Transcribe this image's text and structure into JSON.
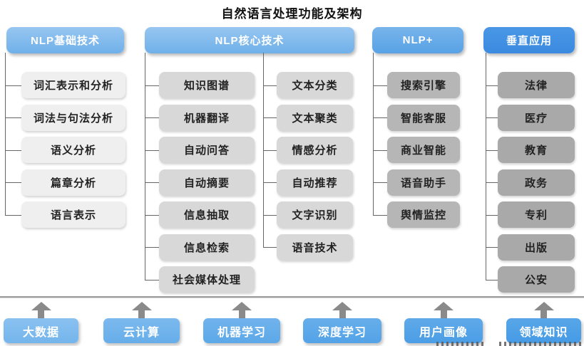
{
  "title": "自然语言处理功能及架构",
  "columns": [
    {
      "id": "nlp-basic-tech",
      "header": "NLP基础技术",
      "items": [
        "词汇表示和分析",
        "词法与句法分析",
        "语义分析",
        "篇章分析",
        "语言表示"
      ]
    },
    {
      "id": "nlp-core-tech",
      "header": "NLP核心技术",
      "items_left": [
        "知识图谱",
        "机器翻译",
        "自动问答",
        "自动摘要",
        "信息抽取",
        "信息检索",
        "社会媒体处理"
      ],
      "items_right": [
        "文本分类",
        "文本聚类",
        "情感分析",
        "自动推荐",
        "文字识别",
        "语音技术"
      ]
    },
    {
      "id": "nlp-plus",
      "header": "NLP+",
      "items": [
        "搜索引擎",
        "智能客服",
        "商业智能",
        "语音助手",
        "舆情监控"
      ]
    },
    {
      "id": "vertical-apps",
      "header": "垂直应用",
      "items": [
        "法律",
        "医疗",
        "教育",
        "政务",
        "专利",
        "出版",
        "公安"
      ]
    }
  ],
  "foundation": [
    {
      "label": "大数据",
      "color": "#7ebbee"
    },
    {
      "label": "云计算",
      "color": "#70b3ec"
    },
    {
      "label": "机器学习",
      "color": "#65adea"
    },
    {
      "label": "深度学习",
      "color": "#59a7e8"
    },
    {
      "label": "用户画像",
      "color": "#50a1e7"
    },
    {
      "label": "领域知识",
      "color": "#4a9de5"
    }
  ],
  "colors": {
    "header_light_blue": "#74b2ea",
    "header_mid_blue": "#61a7e7",
    "header_deep_blue": "#3f8fe2",
    "item_gray_lightest": "#efefef",
    "item_gray_light": "#d8d8d8",
    "item_gray_mid": "#b6b6b6",
    "item_gray_dark": "#a9a9a9",
    "connector_line": "#666666",
    "arrow_gray": "#8a8a8a",
    "separator_gray": "#9c9c9c",
    "header_text": "#ffffff",
    "item_text": "#222222",
    "title_text": "#111111"
  }
}
